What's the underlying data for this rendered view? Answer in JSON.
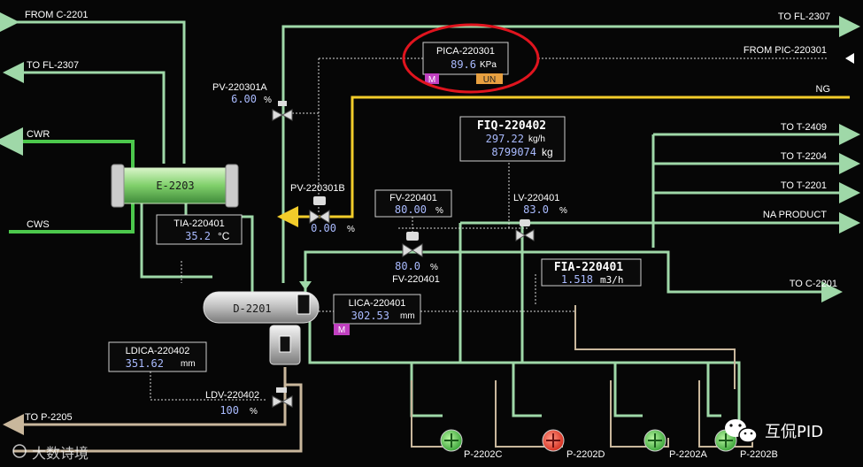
{
  "streams": {
    "from_c2201": "FROM C-2201",
    "to_fl2307_left": "TO FL-2307",
    "cwr": "CWR",
    "cws": "CWS",
    "to_p2205": "TO P-2205",
    "to_fl2307_right": "TO FL-2307",
    "from_pic220301": "FROM PIC-220301",
    "ng": "NG",
    "to_t2409": "TO T-2409",
    "to_t2204": "TO T-2204",
    "to_t2201": "TO T-2201",
    "na_product": "NA PRODUCT",
    "to_c2201": "TO C-2201"
  },
  "equipment": {
    "e2203": "E-2203",
    "d2201": "D-2201",
    "pumps": [
      "P-2202C",
      "P-2202D",
      "P-2202A",
      "P-2202B"
    ]
  },
  "instruments": {
    "pica": {
      "tag": "PICA-220301",
      "value": "89.6",
      "unit": "KPa",
      "mode": "M",
      "status": "UN"
    },
    "pv220301a": {
      "tag": "PV-220301A",
      "value": "6.00",
      "unit": "%"
    },
    "pv220301b": {
      "tag": "PV-220301B",
      "value": "0.00",
      "unit": "%"
    },
    "fiq": {
      "tag": "FIQ-220402",
      "flow": "297.22",
      "flow_unit": "kg/h",
      "total": "8799074",
      "total_unit": "kg"
    },
    "fv_box": {
      "tag": "FV-220401",
      "value": "80.00",
      "unit": "%"
    },
    "fv_valve": {
      "value": "80.0",
      "unit": "%",
      "tag": "FV-220401"
    },
    "lv": {
      "tag": "LV-220401",
      "value": "83.0",
      "unit": "%"
    },
    "fia": {
      "tag": "FIA-220401",
      "value": "1.518",
      "unit": "m3/h"
    },
    "tia": {
      "tag": "TIA-220401",
      "value": "35.2",
      "unit": "°C"
    },
    "lica": {
      "tag": "LICA-220401",
      "value": "302.53",
      "unit": "mm",
      "mode": "M"
    },
    "ldica": {
      "tag": "LDICA-220402",
      "value": "351.62",
      "unit": "mm"
    },
    "ldv": {
      "tag": "LDV-220402",
      "value": "100",
      "unit": "%"
    }
  },
  "watermark": {
    "left": "大数诗境",
    "right": "互侃PID"
  },
  "colors": {
    "pipe_green": "#9fd8a8",
    "pipe_tan": "#c9b79c",
    "pipe_yellow": "#f2cc2a",
    "arrow_green": "#4cc84c",
    "highlight_red": "#e0141e"
  }
}
